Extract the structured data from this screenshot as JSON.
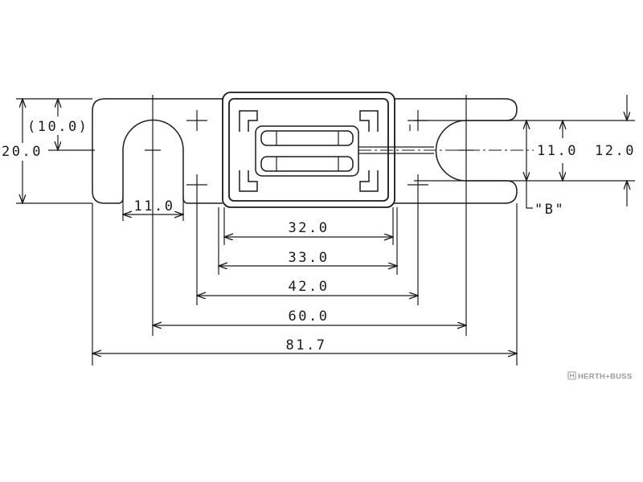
{
  "dimensions": {
    "height_bracket": "(10.0)",
    "height": "20.0",
    "slot_left": "11.0",
    "slot_right": "11.0",
    "slot_right_outer": "12.0",
    "b_label": "\"B\"",
    "body_inner": "32.0",
    "body_outer": "33.0",
    "mount": "42.0",
    "centers": "60.0",
    "overall": "81.7"
  },
  "logo": {
    "text": "HERTH+BUSS",
    "icon": "herth-buss-logo-icon"
  },
  "colors": {
    "line": "#1a1a1a",
    "background": "#ffffff",
    "logo": "#9a9a9a"
  }
}
